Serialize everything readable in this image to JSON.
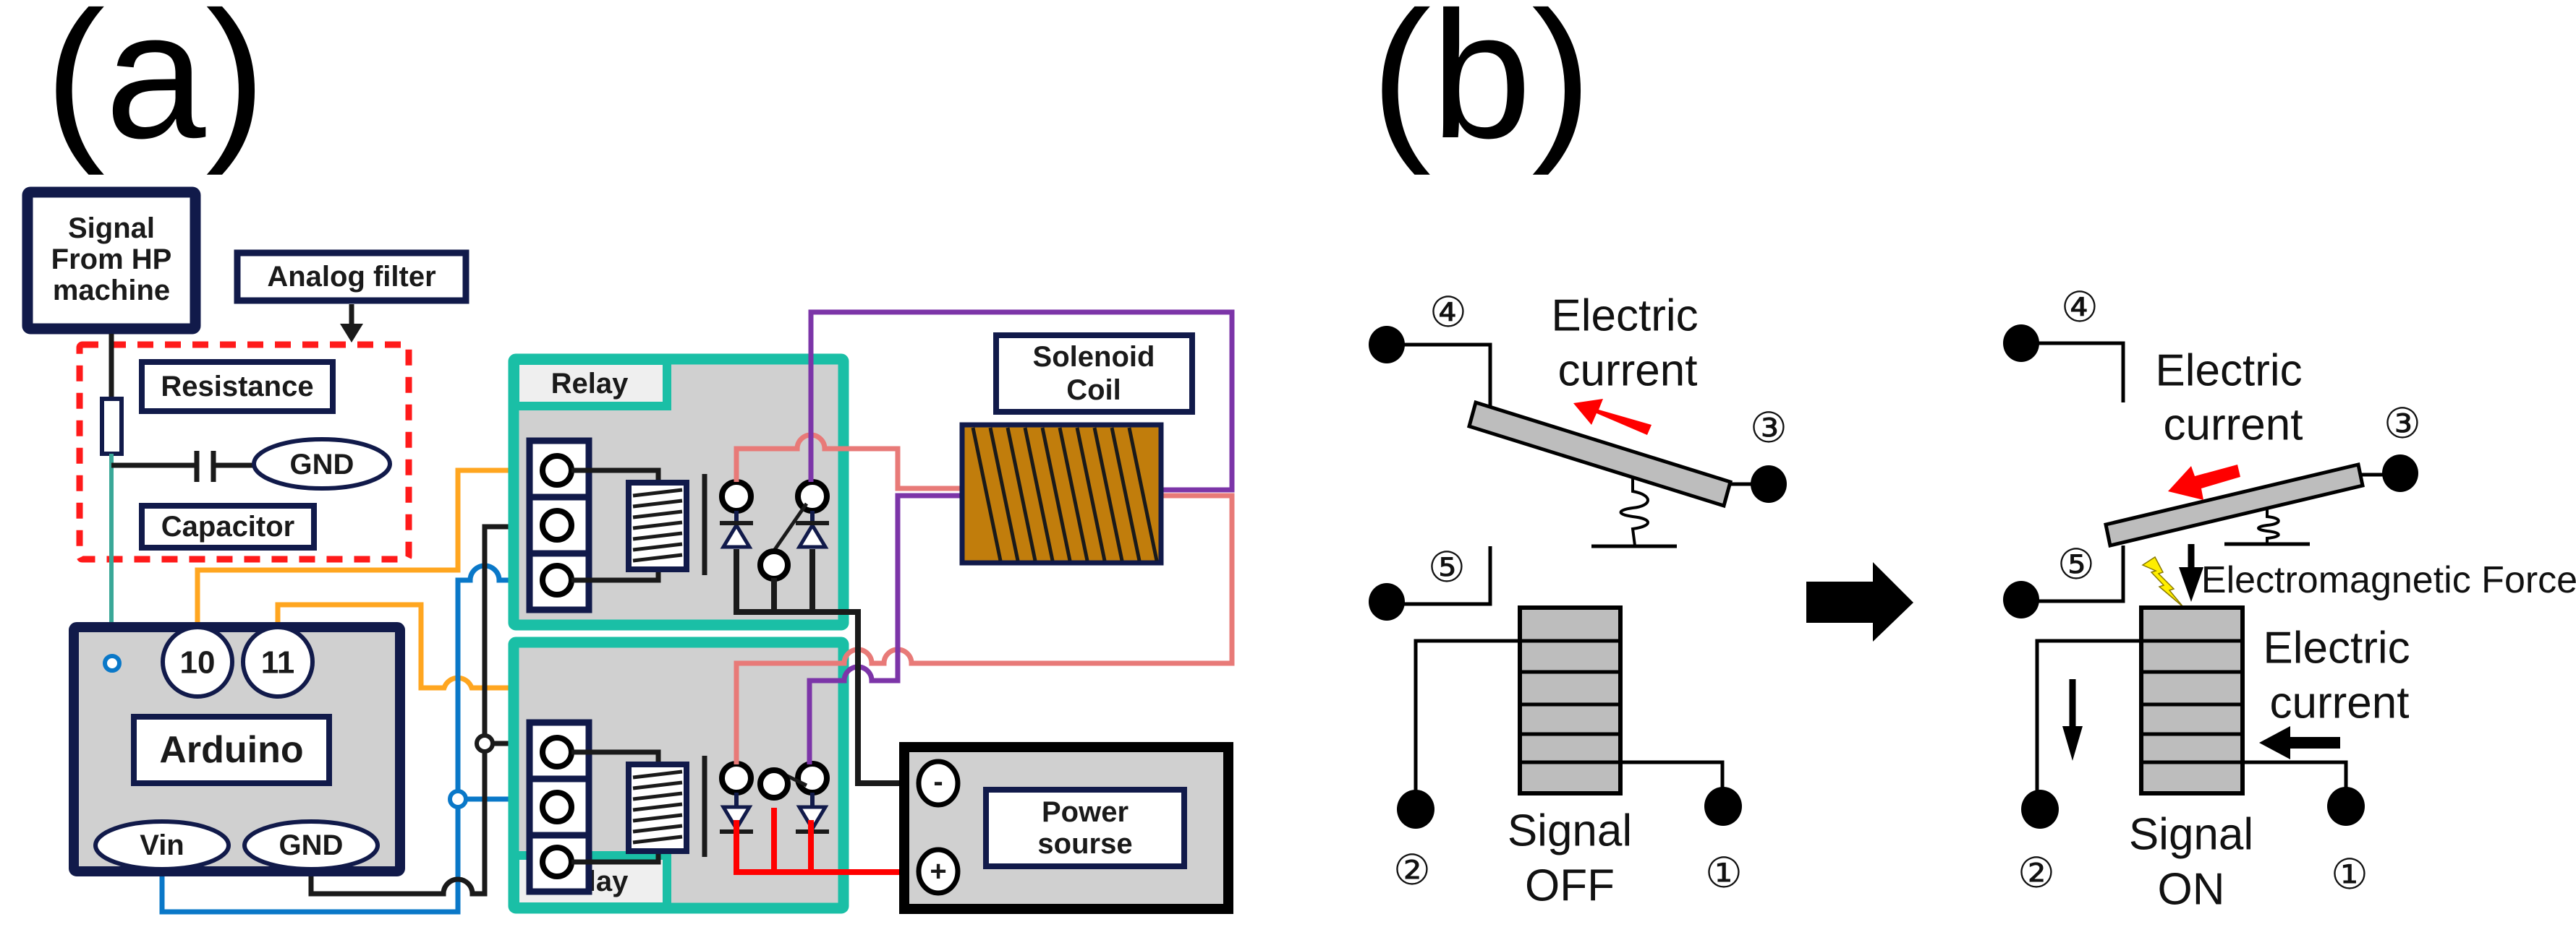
{
  "panels": {
    "a": {
      "label": "(a)",
      "signal_source": {
        "line1": "Signal",
        "line2": "From HP",
        "line3": "machine"
      },
      "analog_filter": "Analog filter",
      "resistance": "Resistance",
      "capacitor": "Capacitor",
      "filter_gnd": "GND",
      "arduino": {
        "label": "Arduino",
        "pin_a": "10",
        "pin_b": "11",
        "vin": "Vin",
        "gnd": "GND"
      },
      "relay_top": "Relay",
      "relay_bottom": "Relay",
      "solenoid": {
        "line1": "Solenoid",
        "line2": "Coil"
      },
      "power": {
        "line1": "Power",
        "line2": "sourse",
        "minus": "-",
        "plus": "+"
      }
    },
    "b": {
      "label": "(b)",
      "off_state": {
        "current_line1": "Electric",
        "current_line2": "current",
        "signal_line1": "Signal",
        "signal_line2": "OFF",
        "terminals": {
          "t1": "①",
          "t2": "②",
          "t3": "③",
          "t4": "④",
          "t5": "⑤"
        }
      },
      "on_state": {
        "current_top_line1": "Electric",
        "current_top_line2": "current",
        "force": "Electromagnetic Force",
        "current_coil_line1": "Electric",
        "current_coil_line2": "current",
        "signal_line1": "Signal",
        "signal_line2": "ON",
        "terminals": {
          "t1": "①",
          "t2": "②",
          "t3": "③",
          "t4": "④",
          "t5": "⑤"
        }
      }
    }
  },
  "colors": {
    "navy": "#111a4a",
    "relay_teal": "#1abfa6",
    "relay_fill": "#d0d0d0",
    "filter_dash": "#ff1a1a",
    "wire_orange": "#ffa620",
    "wire_blue": "#0a78c8",
    "wire_teal": "#3aa898",
    "wire_pink": "#e87a78",
    "wire_purple": "#7c35a8",
    "wire_red": "#ff0000",
    "coil_bronze": "#c17d0c",
    "armature_gray": "#bdbdbd",
    "current_arrow_red": "#ff0000",
    "lightning_yellow": "#ffee00"
  }
}
